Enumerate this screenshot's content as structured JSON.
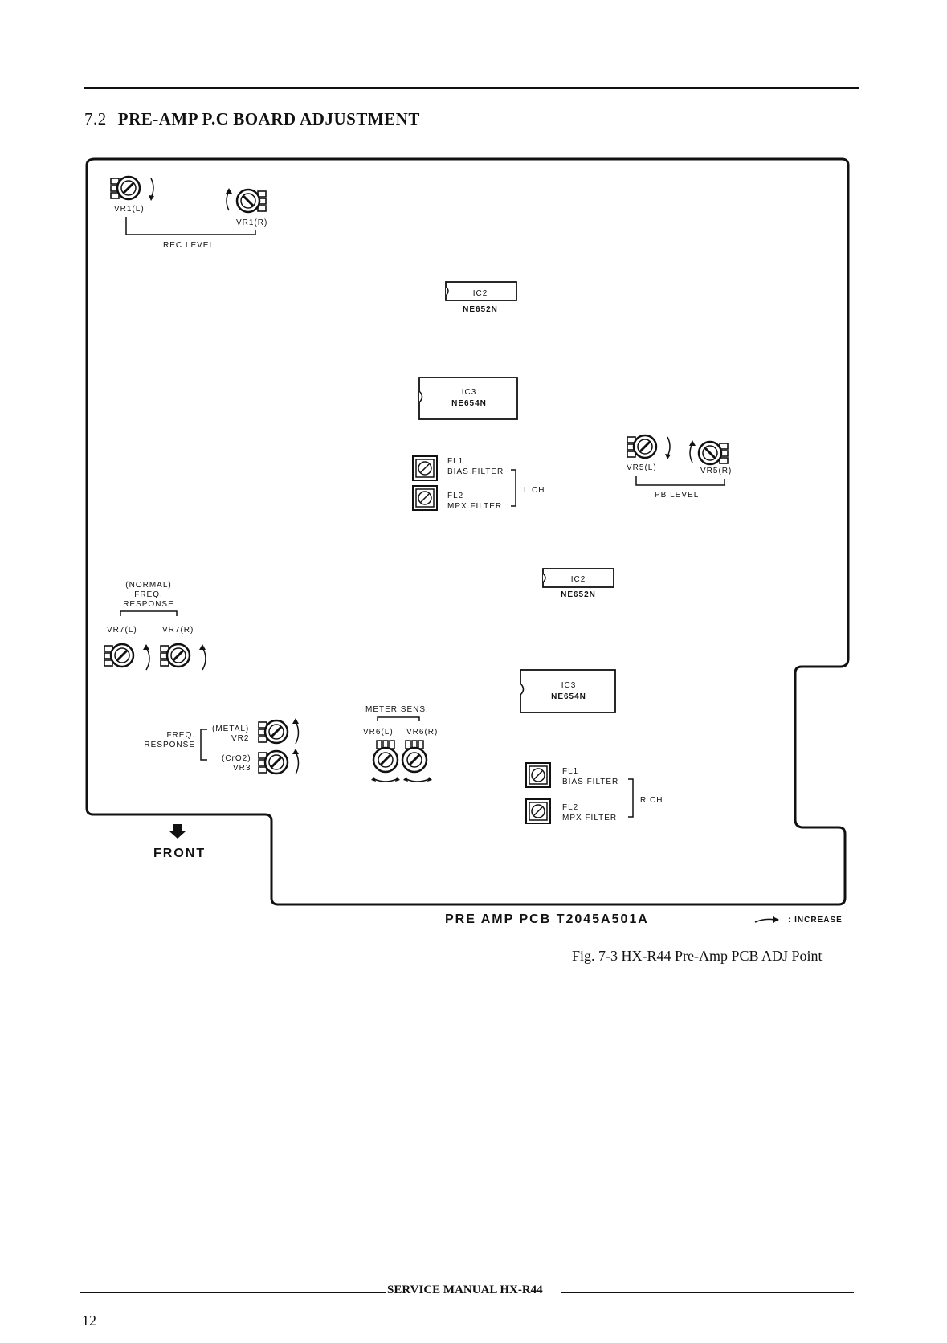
{
  "section": {
    "number": "7.2",
    "title": "PRE-AMP P.C BOARD ADJUSTMENT"
  },
  "diagram": {
    "rec_level": {
      "left_label": "VR1(L)",
      "right_label": "VR1(R)",
      "group_label": "REC LEVEL"
    },
    "ic_upper_1": {
      "name": "IC2",
      "part": "NE652N"
    },
    "ic_upper_2": {
      "name": "IC3",
      "part": "NE654N"
    },
    "ic_lower_1": {
      "name": "IC2",
      "part": "NE652N"
    },
    "ic_lower_2": {
      "name": "IC3",
      "part": "NE654N"
    },
    "filters_l": {
      "fl1": "FL1",
      "fl1_desc": "BIAS FILTER",
      "fl2": "FL2",
      "fl2_desc": "MPX FILTER",
      "channel": "L CH"
    },
    "filters_r": {
      "fl1": "FL1",
      "fl1_desc": "BIAS FILTER",
      "fl2": "FL2",
      "fl2_desc": "MPX FILTER",
      "channel": "R CH"
    },
    "pb_level": {
      "left_label": "VR5(L)",
      "right_label": "VR5(R)",
      "group_label": "PB LEVEL"
    },
    "normal_freq": {
      "line1": "(NORMAL)",
      "line2": "FREQ.",
      "line3": "RESPONSE",
      "left_label": "VR7(L)",
      "right_label": "VR7(R)"
    },
    "freq_response": {
      "line1": "FREQ.",
      "line2": "RESPONSE",
      "metal": "(METAL)",
      "vr2": "VR2",
      "cro2": "(CrO2)",
      "vr3": "VR3"
    },
    "meter_sens": {
      "label": "METER SENS.",
      "left_label": "VR6(L)",
      "right_label": "VR6(R)"
    },
    "front_label": "FRONT",
    "pcb_name": "PRE AMP PCB T2045A501A",
    "legend_increase": ": INCREASE"
  },
  "caption": "Fig. 7-3   HX-R44 Pre-Amp PCB ADJ Point",
  "footer": {
    "text": "SERVICE MANUAL  HX-R44",
    "page_number": "12"
  }
}
